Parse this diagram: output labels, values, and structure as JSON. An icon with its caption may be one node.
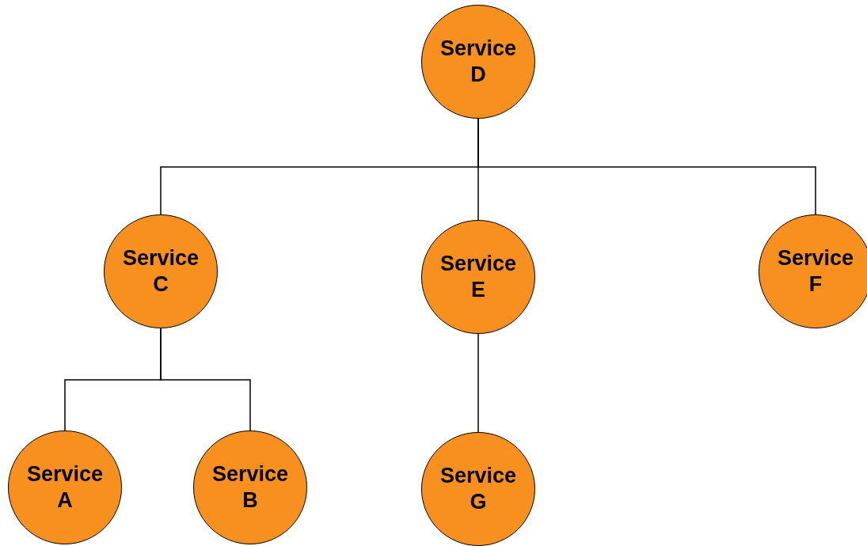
{
  "diagram": {
    "nodes": [
      {
        "text": [
          "Service D"
        ]
      },
      {
        "text": [
          "Service C"
        ]
      },
      {
        "text": [
          "Service E"
        ]
      },
      {
        "text": [
          "Service F"
        ]
      },
      {
        "text": [
          "Service A"
        ]
      },
      {
        "text": [
          "Service B"
        ]
      },
      {
        "text": [
          "Service G"
        ]
      }
    ],
    "edges": [
      {
        "from": 0,
        "to": 1,
        "arrow": "none"
      },
      {
        "from": 0,
        "to": 2,
        "arrow": "none"
      },
      {
        "from": 0,
        "to": 3,
        "arrow": "none"
      },
      {
        "from": 1,
        "to": 4,
        "arrow": "none"
      },
      {
        "from": 1,
        "to": 5,
        "arrow": "none"
      },
      {
        "from": 2,
        "to": 6,
        "arrow": "none"
      }
    ]
  }
}
